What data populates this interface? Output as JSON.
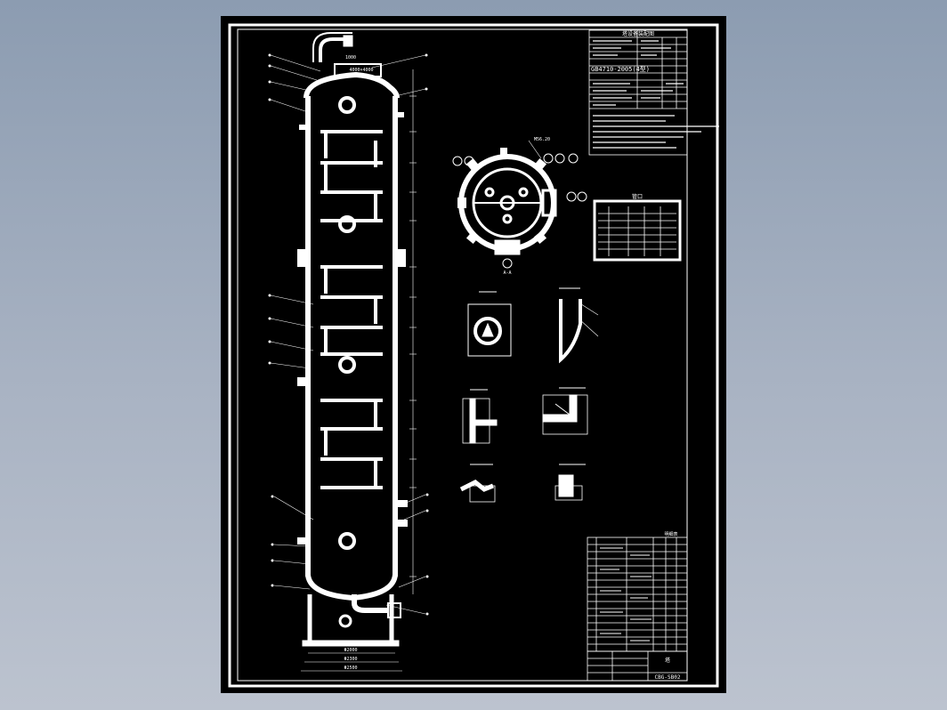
{
  "viewer": {
    "background_color": "#95a3b8",
    "sheet_color": "#000000",
    "line_color": "#ffffff"
  },
  "drawing": {
    "title": "塔设备装配图",
    "standard_ref": "GB4710-2005(4型)",
    "section_a_label": "A-A",
    "nozzle_table_title": "管口",
    "parts_list_title": "明细表",
    "title_block_label": "塔",
    "drawing_number": "CBG-SB02",
    "top_dim": "1000",
    "nozzle_dims": "4000×4000",
    "bottom_dims": [
      "Φ2000",
      "Φ2300",
      "Φ2500"
    ],
    "bolt_circle": "M56.20"
  }
}
